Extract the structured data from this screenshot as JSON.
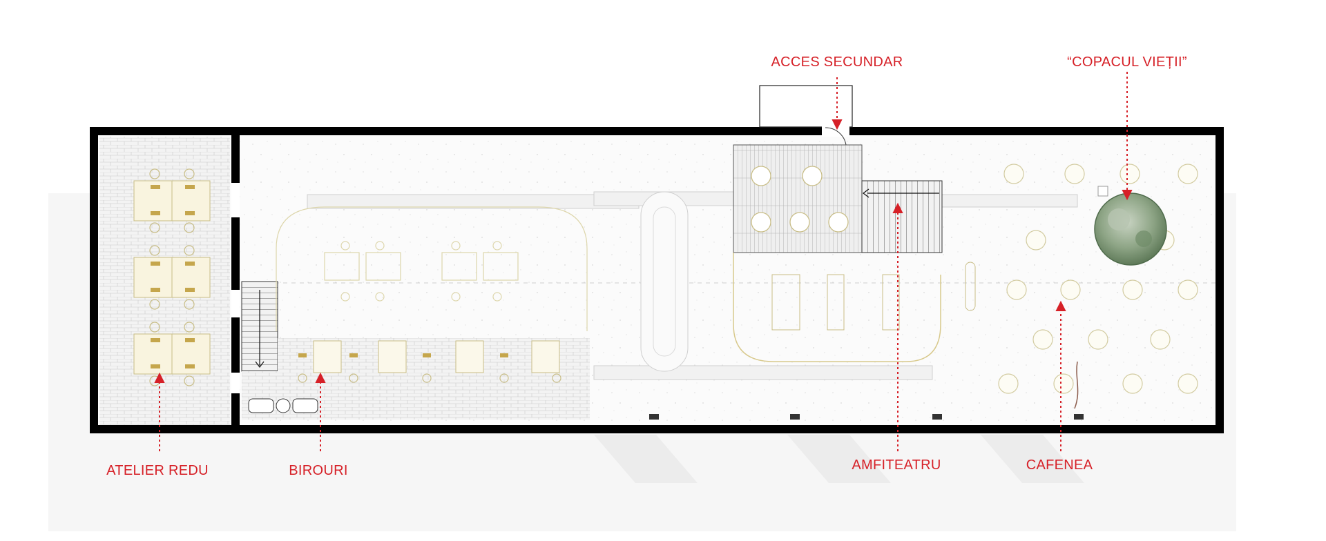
{
  "diagram": {
    "type": "floor-plan",
    "accent_color": "#d62027",
    "wall_color": "#000000",
    "furniture_color": "#d8d2a6",
    "tree_color": "#7f9a78",
    "labels": {
      "acces_secundar": "ACCES SECUNDAR",
      "copacul_vietii": "“COPACUL VIEȚII”",
      "atelier_redu": "ATELIER REDU",
      "birouri": "BIROURI",
      "amfiteatru": "AMFITEATRU",
      "cafenea": "CAFENEA"
    }
  }
}
